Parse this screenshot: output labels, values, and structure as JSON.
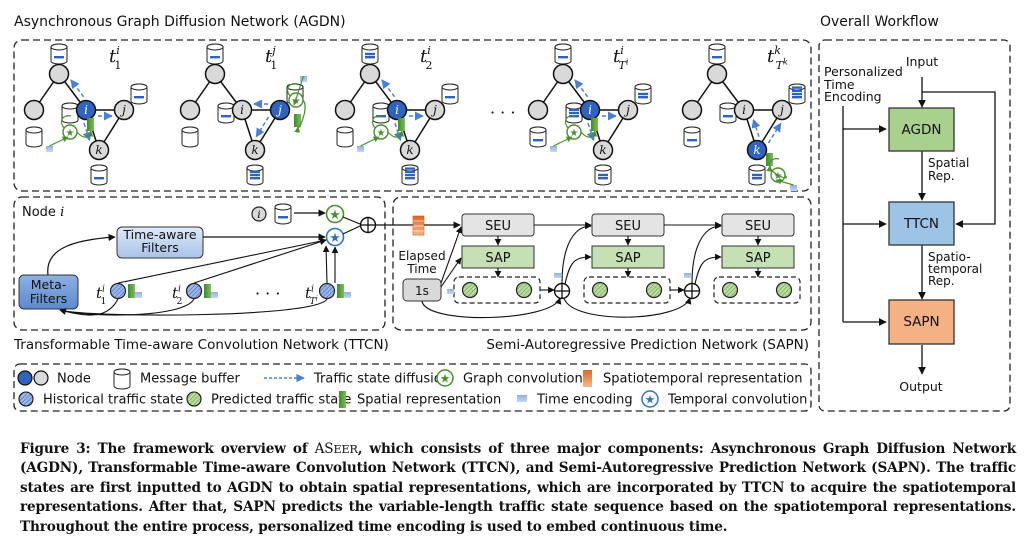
{
  "agdn": {
    "title": "Asynchronous Graph Diffusion Network (AGDN)",
    "snapshots": [
      {
        "time_base": "t",
        "time_sub": "1",
        "time_sup": "i",
        "active_node": "i"
      },
      {
        "time_base": "t",
        "time_sub": "1",
        "time_sup": "j",
        "active_node": "j"
      },
      {
        "time_base": "t",
        "time_sub": "2",
        "time_sup": "i",
        "active_node": "i"
      },
      {
        "time_base": "t",
        "time_sub": "T",
        "time_subsup": "i",
        "time_sup": "i",
        "active_node": "i"
      },
      {
        "time_base": "t",
        "time_sub": "T",
        "time_subsup": "k",
        "time_sup": "k",
        "active_node": "k"
      }
    ],
    "node_labels": {
      "i": "i",
      "j": "j",
      "k": "k"
    },
    "ellipsis": "· · ·"
  },
  "ttcn": {
    "title": "Transformable Time-aware Convolution Network (TTCN)",
    "node_label": "Node",
    "node_var": "i",
    "time_aware_filters": "Time-aware\nFilters",
    "time_aware_filters_l1": "Time-aware",
    "time_aware_filters_l2": "Filters",
    "meta_filters_l1": "Meta-",
    "meta_filters_l2": "Filters",
    "node_id": "i",
    "steps": [
      {
        "base": "t",
        "sub": "1",
        "sup": "i"
      },
      {
        "base": "t",
        "sub": "2",
        "sup": "i"
      },
      {
        "base": "t",
        "sub": "T",
        "sup": "i",
        "subsup": "i"
      }
    ],
    "ellipsis": "· · ·"
  },
  "sapn": {
    "title": "Semi-Autoregressive Prediction Network (SAPN)",
    "elapsed_l1": "Elapsed",
    "elapsed_l2": "Time",
    "elapsed_value": "1s",
    "seu_label": "SEU",
    "sap_label": "SAP",
    "stages": 3
  },
  "legend": {
    "row1": [
      {
        "icon": "node-icon",
        "label": "Node"
      },
      {
        "icon": "message-buffer-icon",
        "label": "Message buffer"
      },
      {
        "icon": "dashed-arrow-icon",
        "label": "Traffic state diffusion"
      },
      {
        "icon": "graph-convolution-icon",
        "label": "Graph convolution"
      },
      {
        "icon": "spatiotemporal-rep-icon",
        "label": "Spatiotemporal representation"
      }
    ],
    "row2": [
      {
        "icon": "historical-state-icon",
        "label": "Historical traffic state"
      },
      {
        "icon": "predicted-state-icon",
        "label": "Predicted traffic state"
      },
      {
        "icon": "spatial-rep-icon",
        "label": "Spatial representation"
      },
      {
        "icon": "time-encoding-icon",
        "label": "Time encoding"
      },
      {
        "icon": "temporal-convolution-icon",
        "label": "Temporal convolution"
      }
    ]
  },
  "workflow": {
    "title": "Overall Workflow",
    "input": "Input",
    "pte_l1": "Personalized",
    "pte_l2": "Time",
    "pte_l3": "Encoding",
    "agdn": "AGDN",
    "ttcn": "TTCN",
    "sapn": "SAPN",
    "spatial_l1": "Spatial",
    "spatial_l2": "Rep.",
    "st_l1": "Spatio-",
    "st_l2": "temporal",
    "st_l3": "Rep.",
    "output": "Output"
  },
  "colors": {
    "blue_node": "#2f63c0",
    "gray_node": "#d9d9d9",
    "green": "#4a8f2e",
    "green_box": "#a9d18e",
    "blue_box": "#9dc3e6",
    "orange_box": "#f4b183",
    "seu_gray": "#e4e4e4",
    "diffusion_blue": "#4a7fd4"
  },
  "caption": {
    "prefix": "Figure 3: The framework overview of ",
    "name_a": "AS",
    "name_b": "EER",
    "rest": ", which consists of three major components: Asynchronous Graph Diffusion Network (AGDN), Transformable Time-aware Convolution Network (TTCN), and Semi-Autoregressive Prediction Network (SAPN). The traffic states are first inputted to AGDN to obtain spatial representations, which are incorporated by TTCN to acquire the spatiotemporal representations. After that, SAPN predicts the variable-length traffic state sequence based on the spatiotemporal representations. Throughout the entire process, personalized time encoding is used to embed continuous time."
  }
}
